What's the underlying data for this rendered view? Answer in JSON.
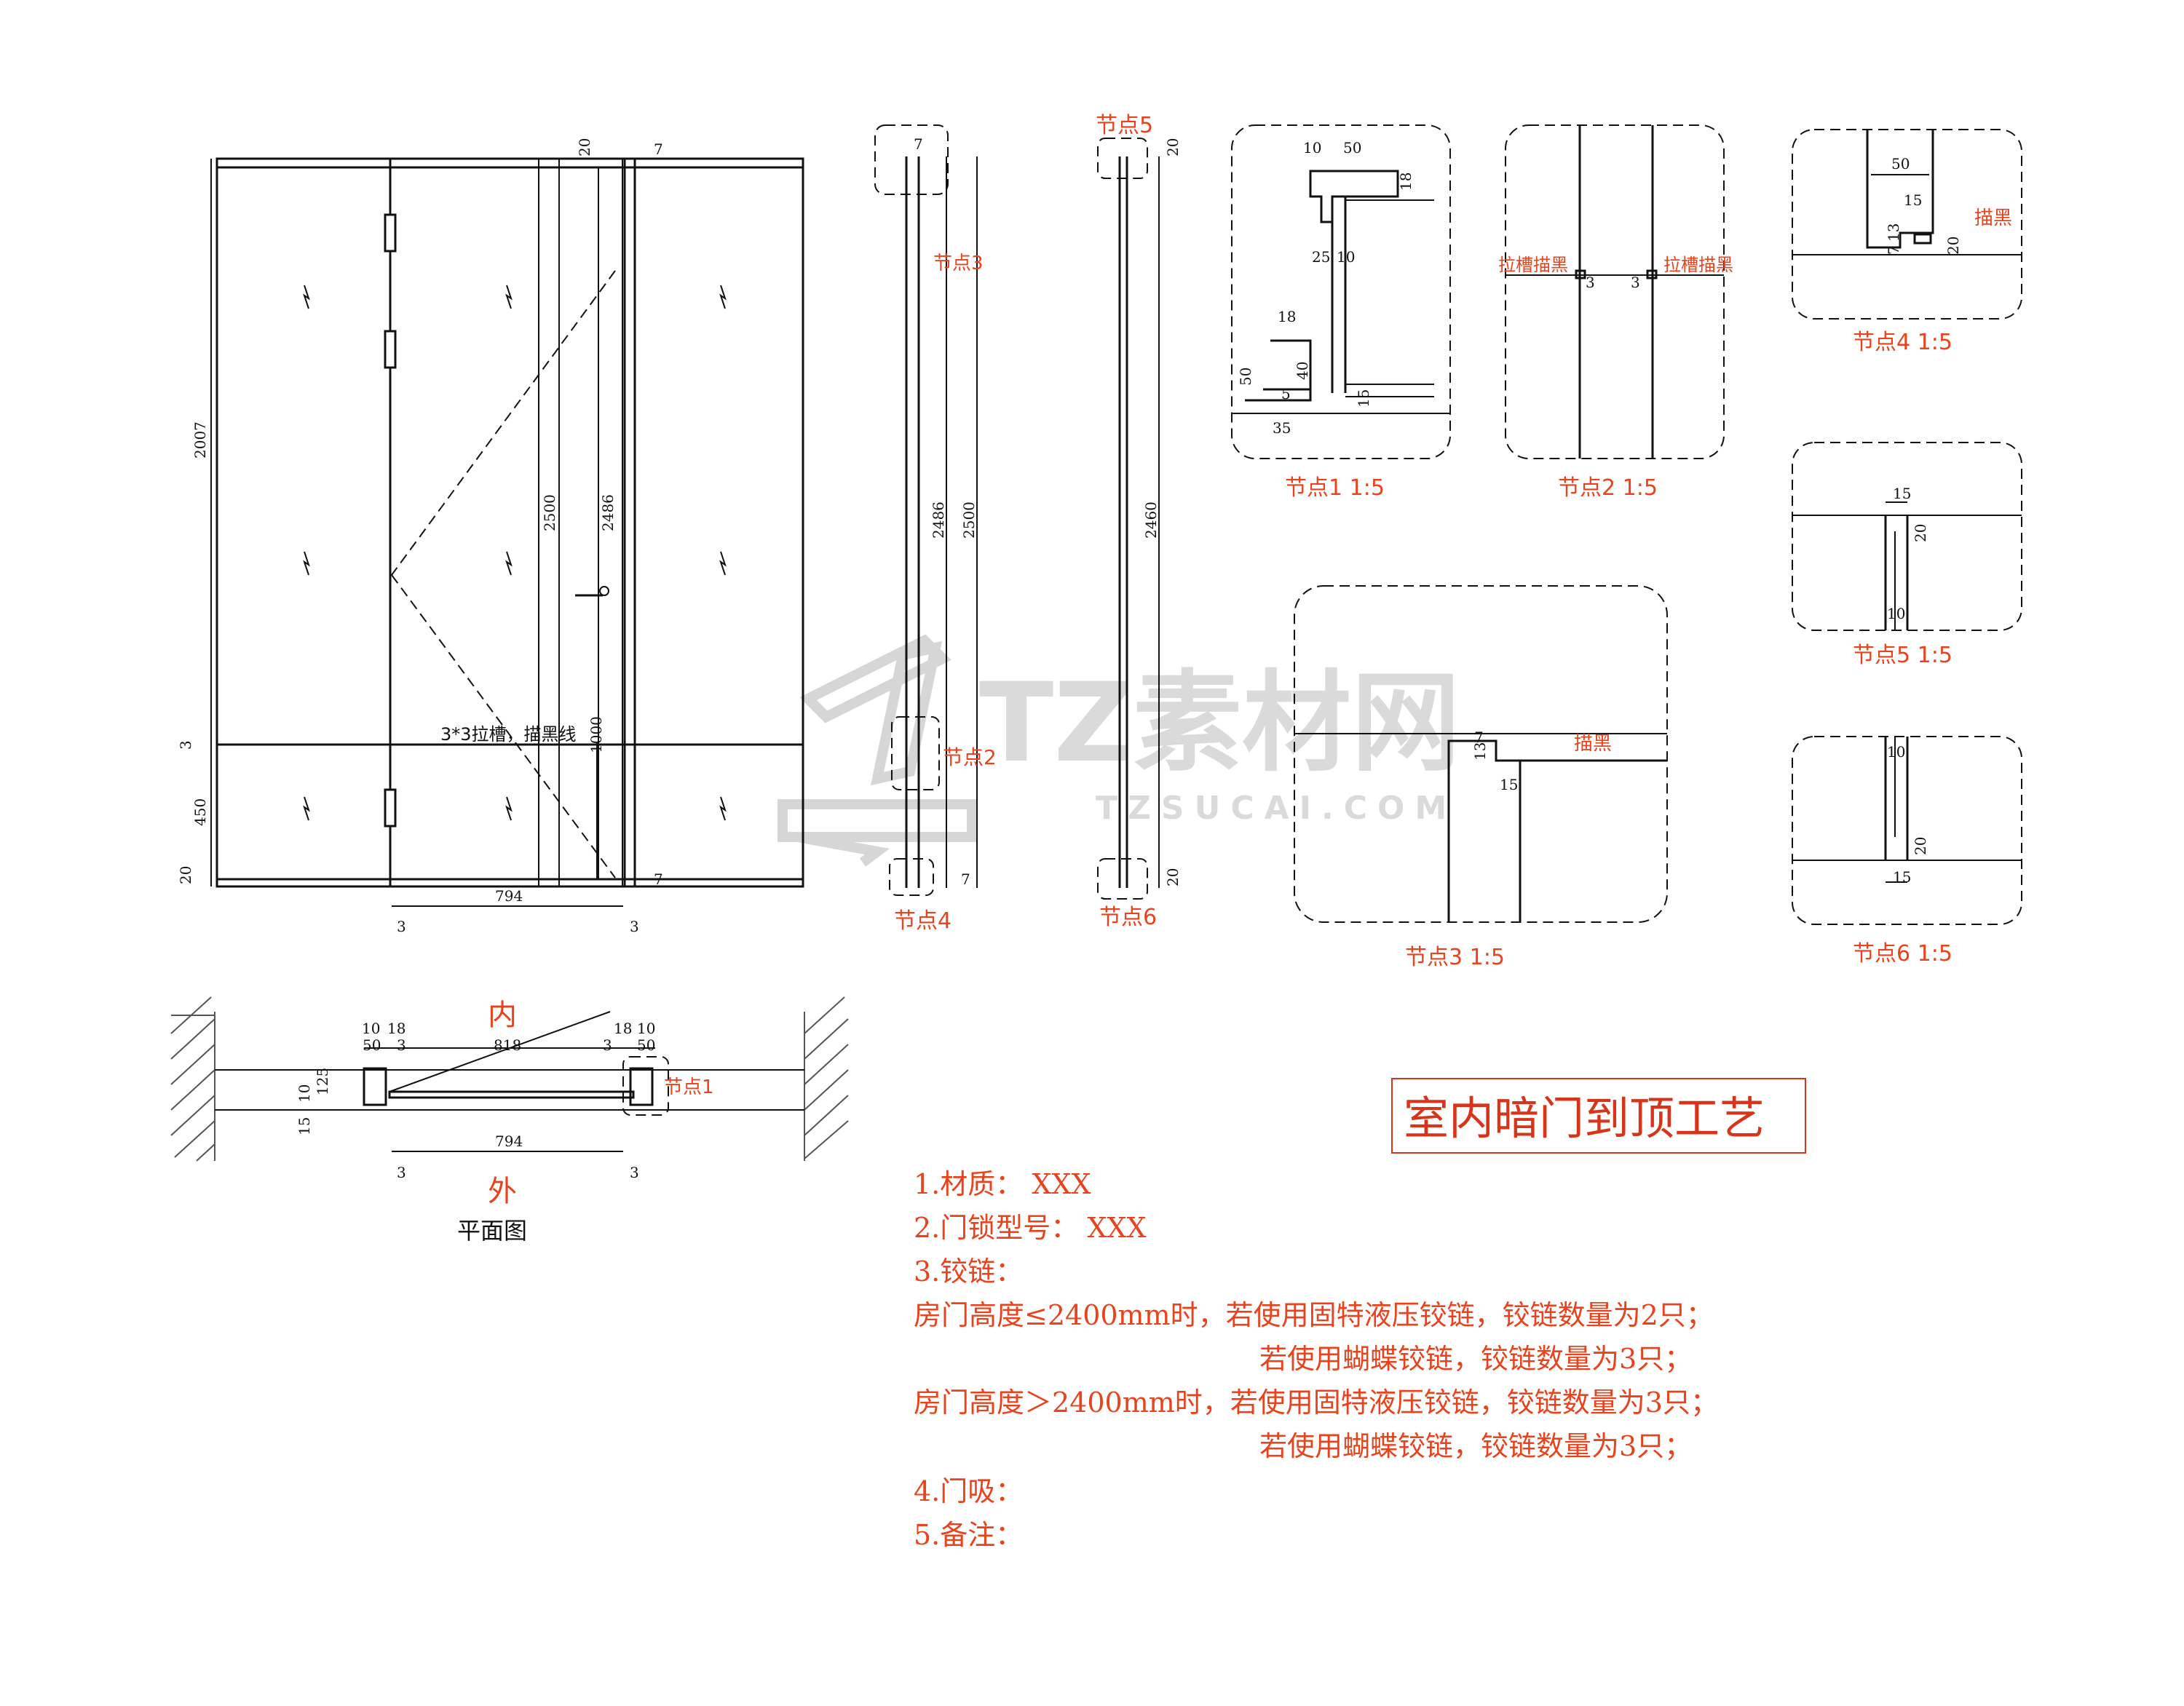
{
  "title": "室内暗门到顶工艺",
  "colors": {
    "line": "#111111",
    "accent": "#e8431c",
    "title_border": "#d8341a",
    "watermark": "#c8c8c8"
  },
  "watermark": {
    "brand": "TZ素材网",
    "domain": "TZSUCAI.COM"
  },
  "elevation": {
    "dims_vertical": [
      "2007",
      "2500",
      "2486",
      "3",
      "450",
      "20",
      "1000"
    ],
    "dims_top": [
      "20",
      "7"
    ],
    "dims_bottom": [
      "7",
      "794",
      "3",
      "3"
    ],
    "note": "3*3拉槽，描黑线"
  },
  "section_left": {
    "dims": [
      "7",
      "2486",
      "2500",
      "7"
    ],
    "labels": [
      "节点3",
      "节点2",
      "节点4"
    ]
  },
  "section_right": {
    "dims": [
      "20",
      "2460",
      "20"
    ],
    "labels": [
      "节点5",
      "节点6"
    ]
  },
  "plan": {
    "inside": "内",
    "outside": "外",
    "caption": "平面图",
    "node_label": "节点1",
    "dims": [
      "10",
      "18",
      "50",
      "3",
      "818",
      "3",
      "18",
      "10",
      "50",
      "125",
      "10",
      "15",
      "794",
      "3",
      "3"
    ]
  },
  "nodes": {
    "node1": {
      "caption": "节点1  1:5",
      "dims": [
        "10",
        "50",
        "18",
        "25",
        "10",
        "18",
        "50",
        "40",
        "5",
        "15",
        "35"
      ]
    },
    "node2": {
      "caption": "节点2  1:5",
      "labels": [
        "拉槽描黑",
        "拉槽描黑"
      ],
      "dims": [
        "3",
        "3"
      ]
    },
    "node3": {
      "caption": "节点3  1:5",
      "label": "描黑",
      "dims": [
        "13",
        "7",
        "15"
      ]
    },
    "node4": {
      "caption": "节点4  1:5",
      "label": "描黑",
      "dims": [
        "50",
        "15",
        "13",
        "7",
        "20"
      ]
    },
    "node5": {
      "caption": "节点5  1:5",
      "dims": [
        "15",
        "20",
        "10"
      ]
    },
    "node6": {
      "caption": "节点6  1:5",
      "dims": [
        "10",
        "20",
        "15"
      ]
    }
  },
  "spec": {
    "line1": "1.材质：  XXX",
    "line2": "2.门锁型号：  XXX",
    "line3": "3.铰链：",
    "line4": "房门高度≤2400mm时，若使用固特液压铰链，铰链数量为2只；",
    "line5": "若使用蝴蝶铰链，铰链数量为3只；",
    "line6": "房门高度＞2400mm时，若使用固特液压铰链，铰链数量为3只；",
    "line7": "若使用蝴蝶铰链，铰链数量为3只；",
    "line8": "4.门吸：",
    "line9": "5.备注："
  }
}
